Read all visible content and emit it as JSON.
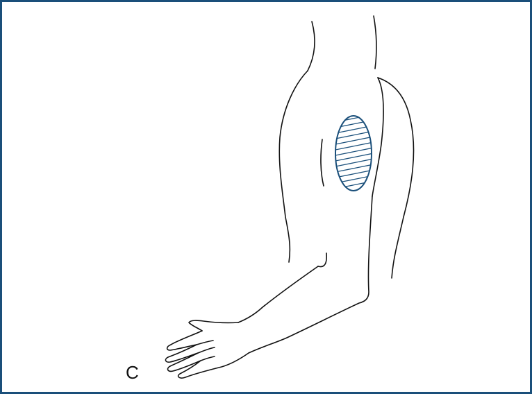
{
  "figure": {
    "panel_label": "C",
    "colors": {
      "frame": "#1a4f7a",
      "line": "#111111",
      "site_outline": "#1a4f7a",
      "site_hatch": "#1a4f7a"
    },
    "icons": [
      "arm-outline",
      "injection-site-hatched-area"
    ]
  }
}
